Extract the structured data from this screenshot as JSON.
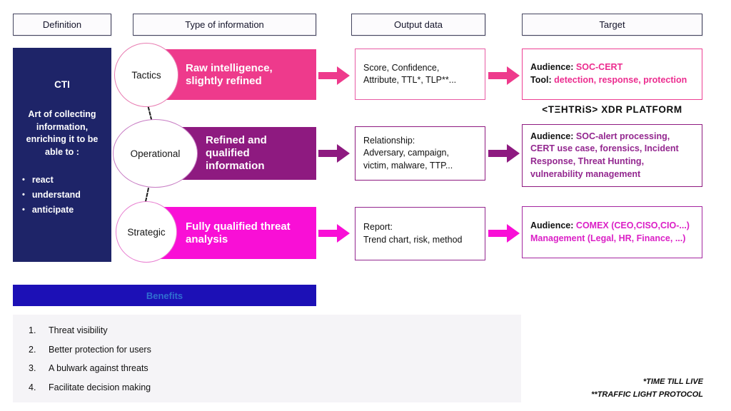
{
  "colors": {
    "pink": "#EE3A8C",
    "purple": "#8E1A80",
    "magenta": "#F90FD6",
    "navy": "#1E2468",
    "benefits_bar_bg": "#1C10B6",
    "benefits_title_text": "#2F6FD0",
    "target1_value_text": "#EC2C8F",
    "target2_value_text": "#93278F",
    "target3_value_text": "#DB1FC6"
  },
  "headers": {
    "definition": "Definition",
    "type_of_information": "Type of information",
    "output_data": "Output data",
    "target": "Target"
  },
  "cti": {
    "title": "CTI",
    "body": "Art of collecting\ninformation,\nenriching it to be\nable to :",
    "bullet_glyph": "•",
    "bullets": [
      "react",
      "understand",
      "anticipate"
    ]
  },
  "rows": [
    {
      "level": "Tactics",
      "info": "Raw intelligence,\nslightly refined",
      "output": "Score, Confidence,\nAttribute, TTL*, TLP**..."
    },
    {
      "level": "Operational",
      "info": "Refined and\nqualified\ninformation",
      "output": "Relationship:\nAdversary, campaign,\nvictim, malware, TTP..."
    },
    {
      "level": "Strategic",
      "info": "Fully qualified threat\nanalysis",
      "output": "Report:\nTrend chart, risk, method"
    }
  ],
  "targets": [
    {
      "audience_label": "Audience:",
      "audience_value": "SOC-CERT",
      "tool_label": "Tool:",
      "tool_value": "detection, response, protection"
    },
    {
      "audience_label": "Audience:",
      "audience_value": "SOC-alert processing, CERT use case, forensics, Incident Response, Threat Hunting, vulnerability management"
    },
    {
      "audience_label": "Audience:",
      "audience_value": "COMEX (CEO,CISO,CIO-...)\nManagement (Legal, HR, Finance, ...)"
    }
  ],
  "logo": {
    "brand": "<TΞHTRiS>",
    "suffix": "XDR PLATFORM"
  },
  "benefits": {
    "title": "Benefits",
    "items": [
      {
        "num": "1.",
        "text": "Threat visibility"
      },
      {
        "num": "2.",
        "text": "Better protection for users"
      },
      {
        "num": "3.",
        "text": "A bulwark against threats"
      },
      {
        "num": "4.",
        "text": "Facilitate decision making"
      }
    ]
  },
  "footnotes": [
    "*TIME TILL LIVE",
    "**TRAFFIC LIGHT PROTOCOL"
  ]
}
